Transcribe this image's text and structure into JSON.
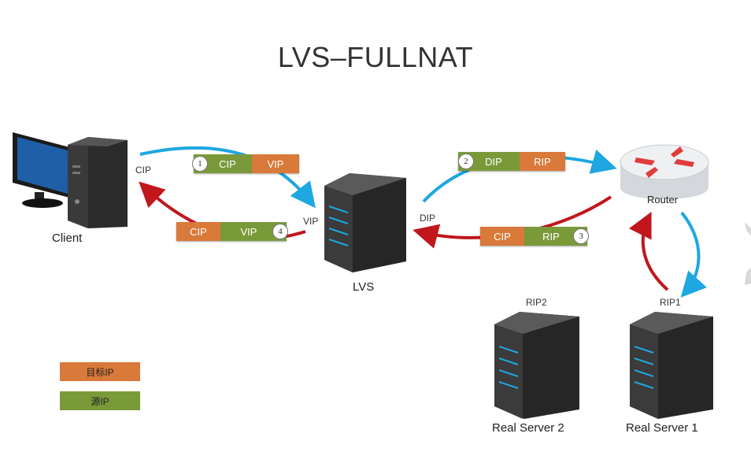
{
  "title": "LVS–FULLNAT",
  "nodes": {
    "client": "Client",
    "lvs": "LVS",
    "router": "Router",
    "real_server_1": "Real Server 1",
    "real_server_2": "Real Server 2"
  },
  "addresses": {
    "cip": "CIP",
    "vip": "VIP",
    "dip": "DIP",
    "rip1": "RIP1",
    "rip2": "RIP2"
  },
  "packets": [
    {
      "step": "1",
      "src": "CIP",
      "dst": "VIP"
    },
    {
      "step": "2",
      "src": "DIP",
      "dst": "RIP"
    },
    {
      "step": "3",
      "src": "RIP",
      "dst": "CIP"
    },
    {
      "step": "4",
      "src": "VIP",
      "dst": "CIP"
    }
  ],
  "legend": {
    "dst_ip": "目标IP",
    "src_ip": "源IP"
  },
  "colors": {
    "dst_ip": "#d9793a",
    "src_ip": "#7a9a3a",
    "request_arrow": "#1ea7e1",
    "response_arrow": "#c0161c"
  },
  "icons": [
    "computer-icon",
    "server-icon",
    "router-icon"
  ]
}
